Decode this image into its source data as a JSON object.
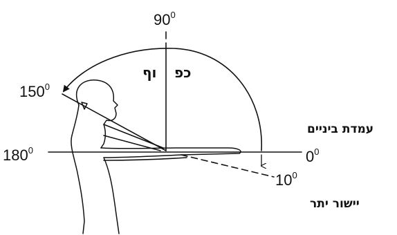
{
  "angles": {
    "deg90": {
      "value": "90",
      "sup": "0"
    },
    "deg150": {
      "value": "150",
      "sup": "0"
    },
    "deg180": {
      "value": "180",
      "sup": "0"
    },
    "deg0": {
      "value": "0",
      "sup": "0"
    },
    "deg10": {
      "value": "10",
      "sup": "0"
    }
  },
  "labels": {
    "flexion_left": "וף",
    "flexion_right": "כפ",
    "neutral": "עמדת ביניים",
    "hyperextension": "יישור יתר"
  },
  "colors": {
    "ink": "#111111",
    "background": "#ffffff"
  }
}
